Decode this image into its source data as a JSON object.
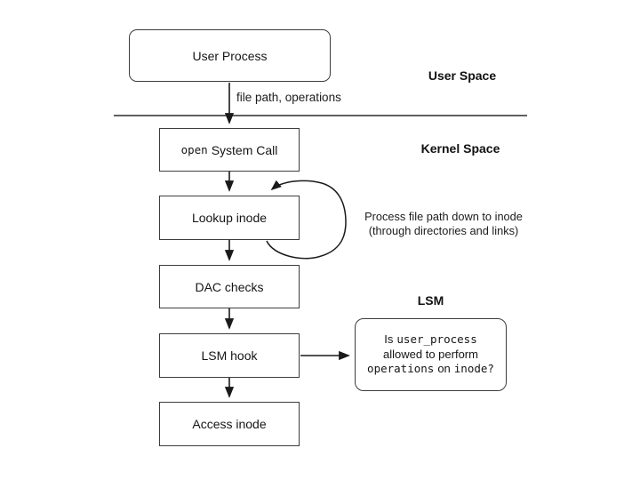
{
  "colors": {
    "background": "#ffffff",
    "box_border": "#3d3d3d",
    "arrow": "#1a1a1a",
    "separator": "#4a4a4a",
    "text": "#151515"
  },
  "spaces": {
    "user": "User Space",
    "kernel": "Kernel Space"
  },
  "flow": {
    "user_process": "User Process",
    "open_call_mono": "open",
    "open_call_rest": "System Call",
    "lookup_inode": "Lookup inode",
    "dac_checks": "DAC checks",
    "lsm_hook": "LSM hook",
    "access_inode": "Access inode"
  },
  "labels": {
    "file_path_operations": "file path, operations",
    "loop_annotation_line1": "Process file path down to inode",
    "loop_annotation_line2": "(through directories and links)"
  },
  "lsm": {
    "title": "LSM",
    "question_line1_prefix": "Is",
    "question_line1_mono": "user_process",
    "question_line2": "allowed to perform",
    "question_line3_mono1": "operations",
    "question_line3_mid": "on",
    "question_line3_mono2": "inode?"
  }
}
